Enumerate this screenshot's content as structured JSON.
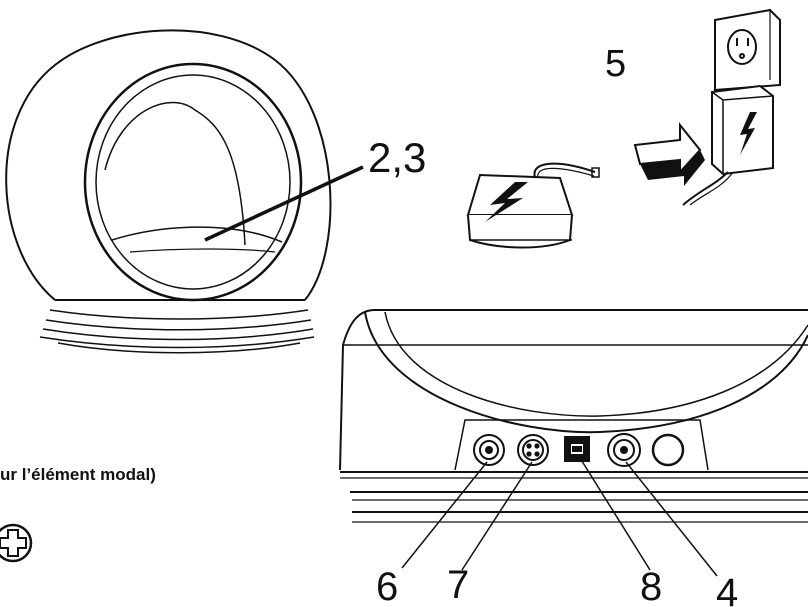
{
  "callouts": {
    "label_23": "2,3",
    "label_5": "5",
    "label_6": "6",
    "label_7": "7",
    "label_8": "8",
    "label_4": "4"
  },
  "caption": {
    "text": "ur l’élément modal)"
  },
  "colors": {
    "line": "#111111",
    "background": "#ffffff"
  },
  "icons": {
    "modal_icon": "circle-plus-icon",
    "lightning": "lightning-bolt-icon"
  }
}
